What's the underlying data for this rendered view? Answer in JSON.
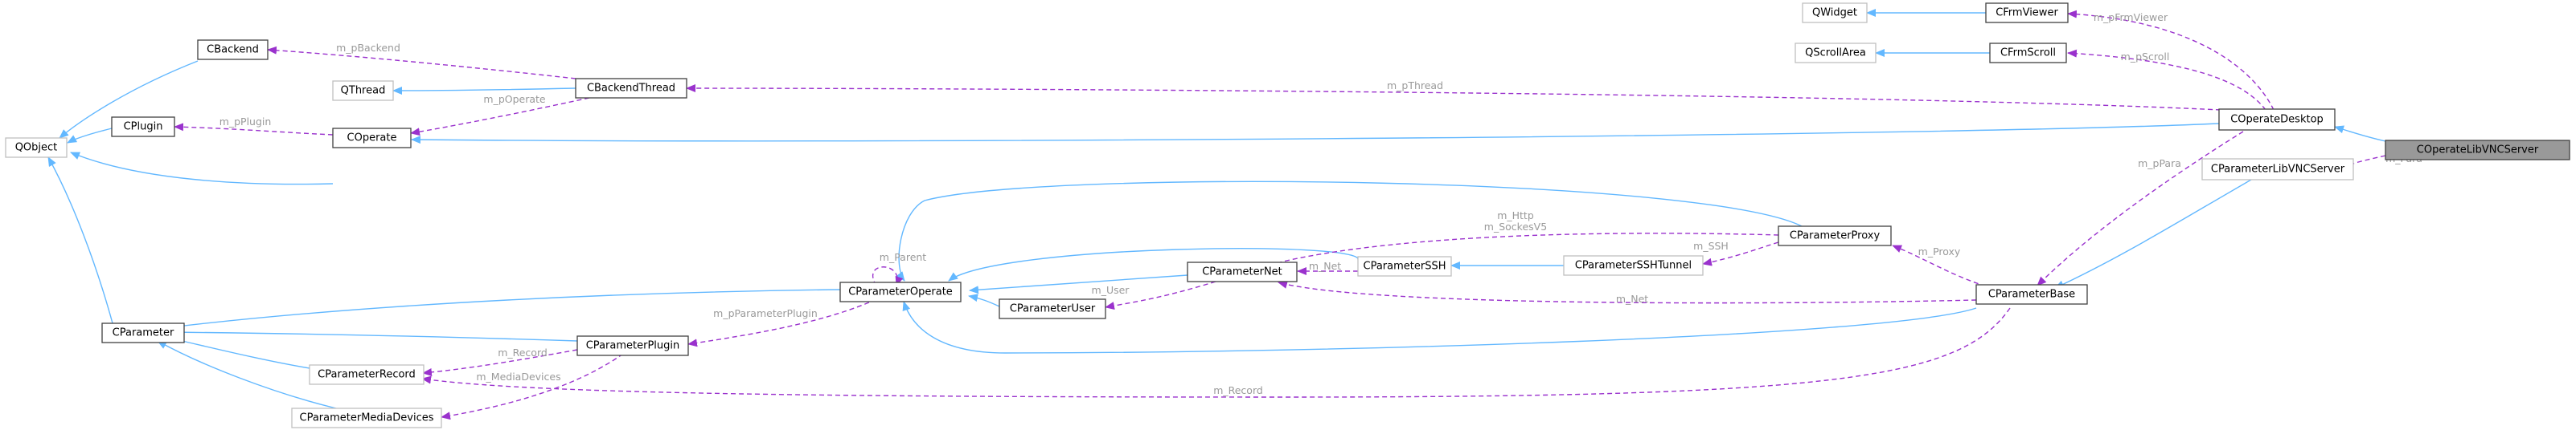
{
  "nodes": {
    "qobject": "QObject",
    "cbackend": "CBackend",
    "cplugin": "CPlugin",
    "cparameter": "CParameter",
    "qthread": "QThread",
    "cbackendthread": "CBackendThread",
    "coperate": "COperate",
    "cparameterrecord": "CParameterRecord",
    "cparametermediadevices": "CParameterMediaDevices",
    "cparameterplugin": "CParameterPlugin",
    "cparameteroperate": "CParameterOperate",
    "cparameteruser": "CParameterUser",
    "cparameternet": "CParameterNet",
    "cparameterssh": "CParameterSSH",
    "cparametersshtunnel": "CParameterSSHTunnel",
    "cparameterproxy": "CParameterProxy",
    "cparameterbase": "CParameterBase",
    "qwidget": "QWidget",
    "qscrollarea": "QScrollArea",
    "cfrmviewer": "CFrmViewer",
    "cfrmscroll": "CFrmScroll",
    "coperatedesktop": "COperateDesktop",
    "cparameterlibvncserver": "CParameterLibVNCServer",
    "coperatelibvncserver": "COperateLibVNCServer"
  },
  "labels": {
    "m_pbackend": "m_pBackend",
    "m_pplugin": "m_pPlugin",
    "m_poperate": "m_pOperate",
    "m_pthread": "m_pThread",
    "m_pfrmviewer": "m_pFrmViewer",
    "m_pscroll": "m_pScroll",
    "m_para": "m_Para",
    "m_ppara": "m_pPara",
    "m_http": "m_Http",
    "m_sockesv5": "m_SockesV5",
    "m_ssh": "m_SSH",
    "m_proxy": "m_Proxy",
    "m_parent": "m_Parent",
    "m_net_ssh": "m_Net",
    "m_user": "m_User",
    "m_pparameterplugin": "m_pParameterPlugin",
    "m_net_base": "m_Net",
    "m_record_plugin": "m_Record",
    "m_mediadevices": "m_MediaDevices",
    "m_record_base": "m_Record"
  },
  "colors": {
    "inheritance": "#63b8ff",
    "usage": "#9a32cd",
    "label": "#9a9a9a",
    "focus_fill": "#999999"
  }
}
